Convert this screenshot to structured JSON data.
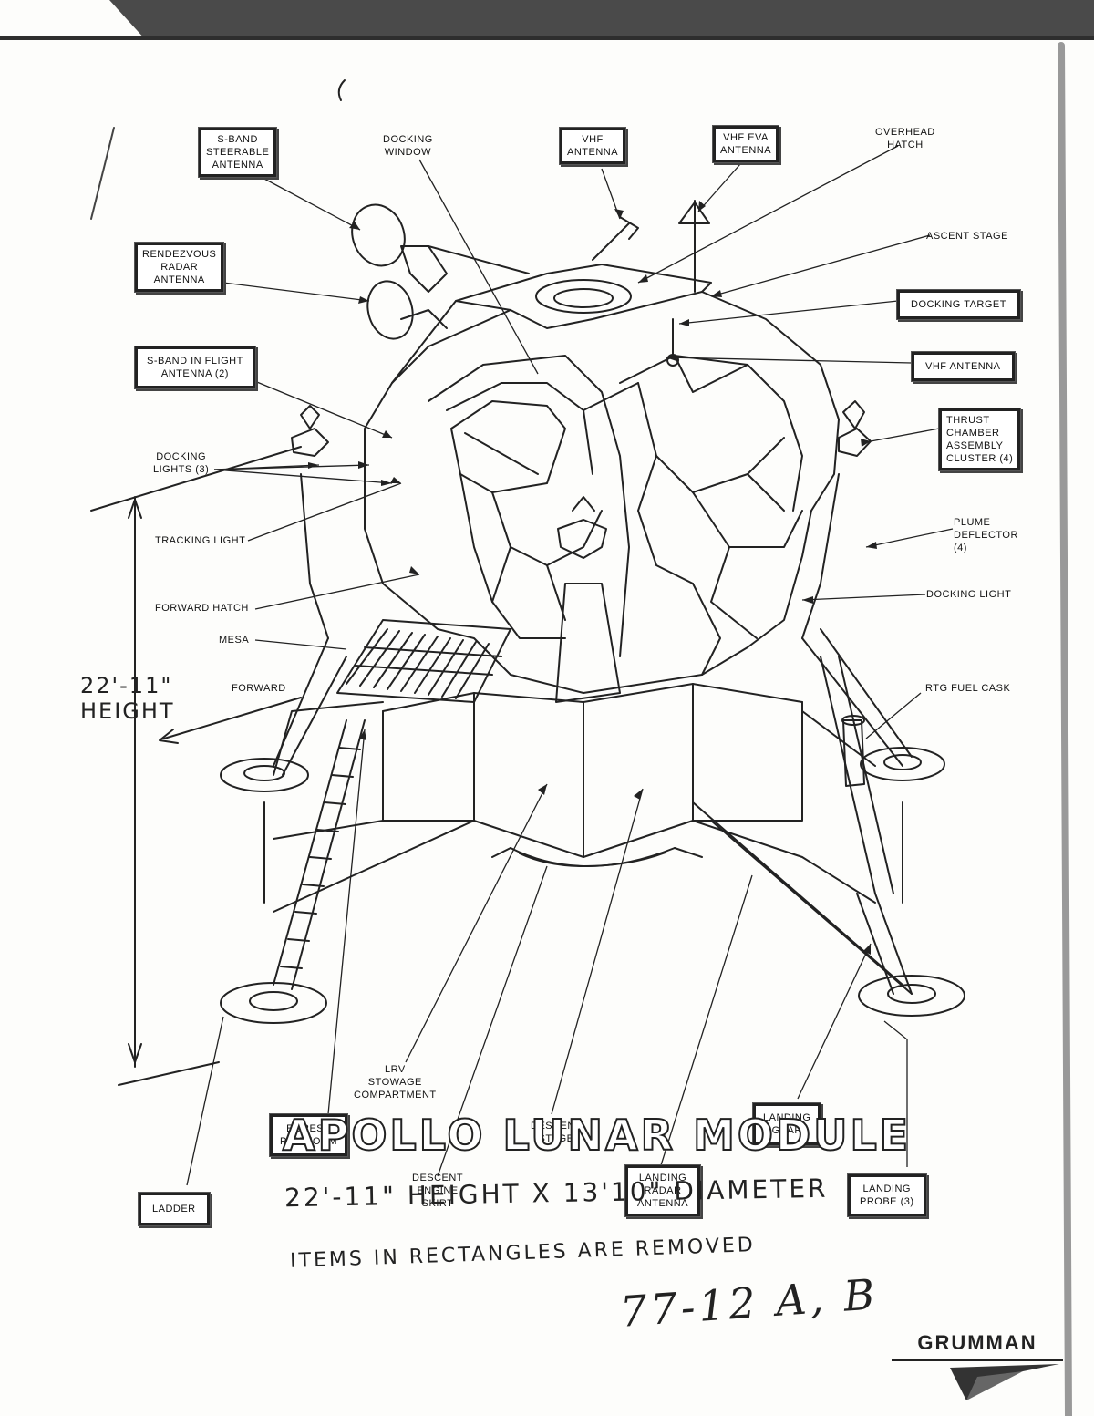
{
  "labels": {
    "s_band_steerable": "S-BAND\nSTEERABLE\nANTENNA",
    "docking_window": "DOCKING\nWINDOW",
    "vhf_antenna_top": "VHF\nANTENNA",
    "vhf_eva_antenna": "VHF EVA\nANTENNA",
    "overhead_hatch": "OVERHEAD\nHATCH",
    "rendezvous_radar": "RENDEZVOUS\nRADAR\nANTENNA",
    "ascent_stage": "ASCENT STAGE",
    "docking_target": "DOCKING TARGET",
    "s_band_inflight": "S-BAND IN FLIGHT\nANTENNA (2)",
    "vhf_antenna_right": "VHF ANTENNA",
    "thrust_chamber": "THRUST\nCHAMBER\nASSEMBLY\nCLUSTER (4)",
    "docking_lights": "DOCKING\nLIGHTS (3)",
    "tracking_light": "TRACKING LIGHT",
    "plume_deflector": "PLUME\nDEFLECTOR\n(4)",
    "forward_hatch": "FORWARD HATCH",
    "docking_light": "DOCKING LIGHT",
    "mesa": "MESA",
    "forward": "FORWARD",
    "rtg_fuel_cask": "RTG FUEL CASK",
    "lrv_stowage": "LRV\nSTOWAGE\nCOMPARTMENT",
    "egress_platform": "EGRESS\nPLATFORM",
    "descent_stage": "DESCENT\nSTAGE",
    "landing_gear": "LANDING\nGEAR",
    "descent_engine_skirt": "DESCENT\nENGINE\nSKIRT",
    "landing_radar": "LANDING\nRADAR\nANTENNA",
    "landing_probe": "LANDING\nPROBE (3)",
    "ladder": "LADDER"
  },
  "height_note": "22'-11\"\nHEIGHT",
  "title": "APOLLO LUNAR MODULE",
  "subtitle": "22'-11\" HEIGHT X 13'10\" DIAMETER",
  "note": "ITEMS IN RECTANGLES ARE REMOVED",
  "handwritten_ref": "77-12 A, B",
  "logo": "GRUMMAN"
}
